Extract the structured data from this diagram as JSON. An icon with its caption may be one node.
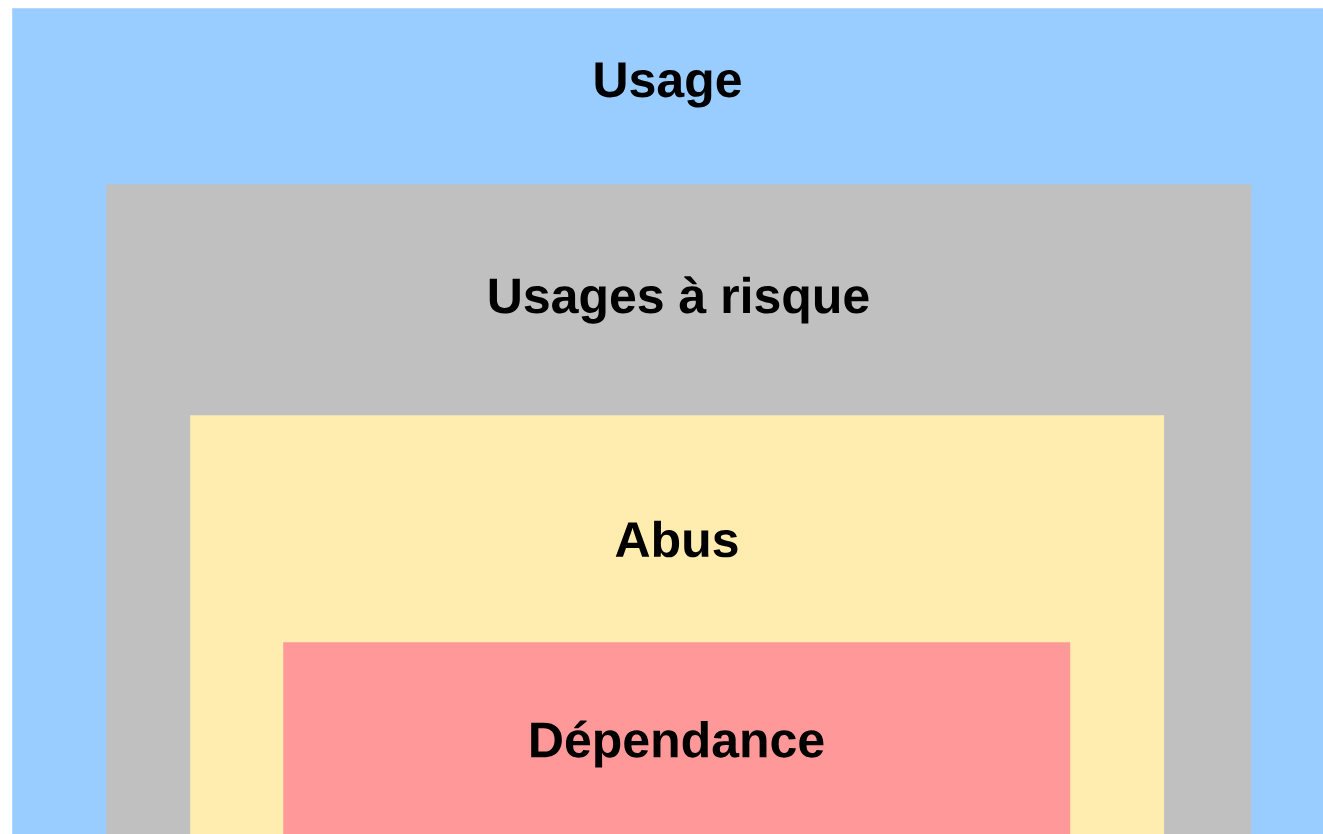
{
  "diagram": {
    "nodes": [
      {
        "text": [
          "Usage"
        ]
      },
      {
        "text": [
          "Usages à risque"
        ],
        "in": 0
      },
      {
        "text": [
          "Abus"
        ],
        "in": 1
      },
      {
        "text": [
          "Dépendance"
        ],
        "in": 2
      }
    ]
  }
}
